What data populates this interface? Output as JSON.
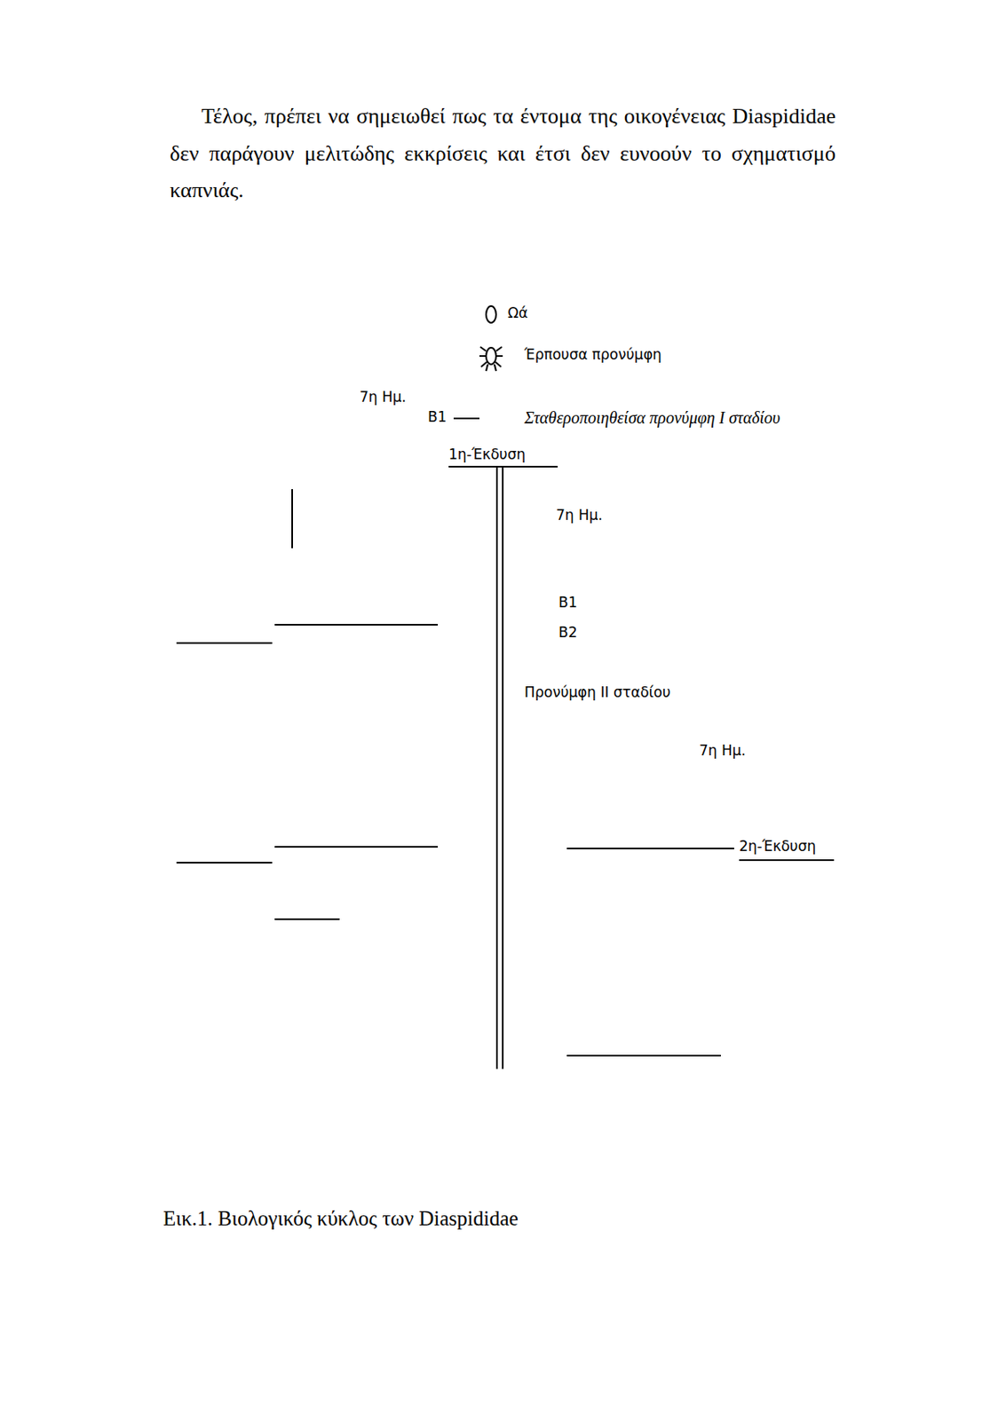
{
  "diagram": {
    "caption": "Εικ.1. Βιολογικός κύκλος των Diaspididae",
    "labels": [
      "Τέλος, πρέπει να σημειωθεί πως τα έντομα της οικογένειας Diaspididae δεν παράγουν μελιτώδης εκκρίσεις και έτσι δεν ευνοούν το σχηματισμό καπνιάς.",
      "Ωά",
      "Έρπουσα προνύμφη",
      "7η Ημ.",
      "Β1",
      "Σταθεροποιηθείσα προνύμφη I σταδίου",
      "1η-Έκδυση",
      "7η Ημ.",
      "Β1",
      "Β2",
      "Προνύμφη II σταδίου",
      "7η Ημ.",
      "2η-Έκδυση"
    ]
  }
}
